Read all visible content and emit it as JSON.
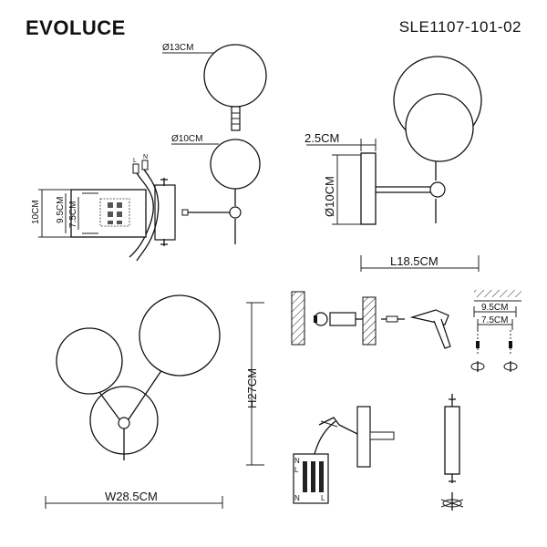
{
  "header": {
    "brand": "EVOLUCE",
    "model": "SLE1107-101-02"
  },
  "front_detail": {
    "large_globe_diameter": "Ø13CM",
    "small_globe_diameter": "Ø10CM",
    "wire_labels": [
      "L",
      "N"
    ]
  },
  "base_plate_detail": {
    "height": "10CM",
    "hole_spacing_outer": "9.5CM",
    "hole_spacing_inner": "7.5CM"
  },
  "side_view": {
    "plate_depth": "2.5CM",
    "globe_diameter": "Ø10CM",
    "length": "L18.5CM"
  },
  "front_view": {
    "width": "W28.5CM",
    "height": "H27CM"
  },
  "mounting": {
    "hole_spacing_outer": "9.5CM",
    "hole_spacing_inner": "7.5CM"
  },
  "wiring": {
    "terminal_labels_top": [
      "N",
      "L"
    ],
    "terminal_labels_bottom": [
      "N",
      "L"
    ]
  }
}
